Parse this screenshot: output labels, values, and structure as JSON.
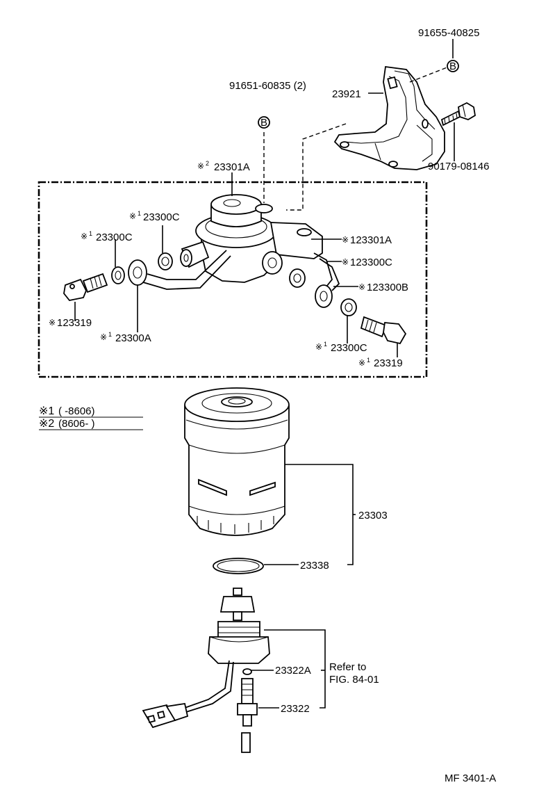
{
  "parts": {
    "bolt_91655": "91655-40825",
    "bolt_91651": "91651-60835 (2)",
    "bracket": "23921",
    "bolt_90179": "90179-08146",
    "body_assy": "23301A",
    "gasket_c_top": "23300C",
    "gasket_c_left": "23300C",
    "body_sub": "123301A",
    "gasket_c_right": "123300C",
    "union_b": "123300B",
    "bolt_left": "123319",
    "union_a": "23300A",
    "gasket_c_bottom": "23300C",
    "bolt_right": "23319",
    "filter": "23303",
    "oring": "23338",
    "cover_ring": "23322A",
    "sensor": "23322"
  },
  "markers": {
    "b_circle": "B",
    "note_mark": "※",
    "sup1": "1",
    "sup2": "2"
  },
  "legend": {
    "line1_mark": "※1",
    "line1_text": "(         -8606)",
    "line2_mark": "※2",
    "line2_text": "(8606-         )"
  },
  "refer": {
    "line1": "Refer to",
    "line2": "FIG. 84-01"
  },
  "figure_id": "MF 3401-A"
}
